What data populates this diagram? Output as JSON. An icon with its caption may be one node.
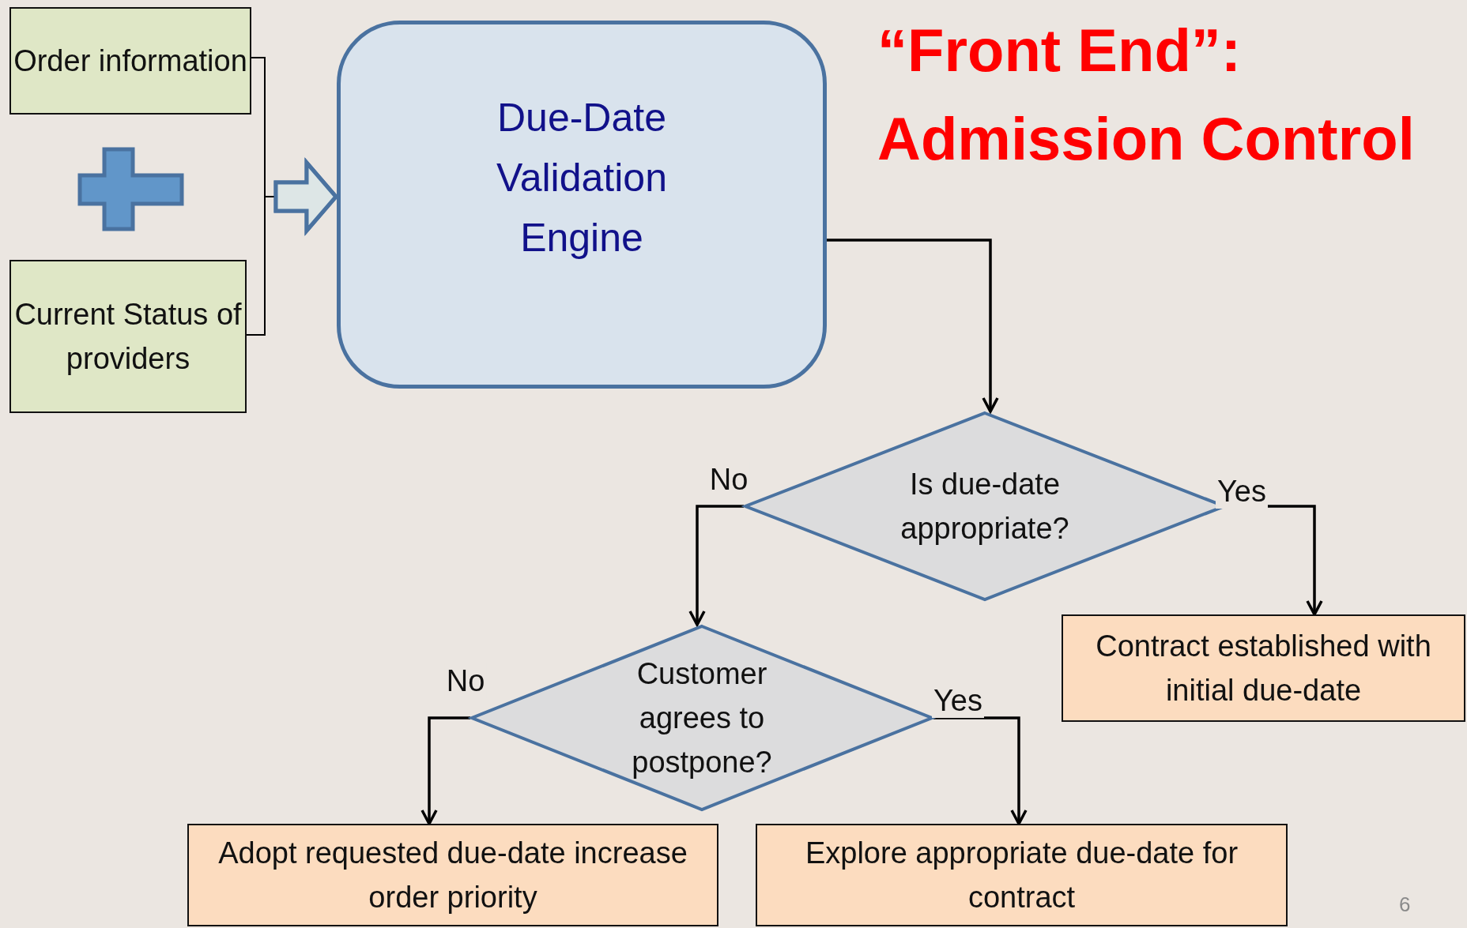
{
  "diagram": {
    "title": "“Front End”: Admission Control",
    "nodes": [
      {
        "text": [
          "Order information"
        ]
      },
      {
        "text": [
          "Current Status of providers"
        ]
      },
      {
        "text": [
          "Due-Date Validation Engine"
        ]
      },
      {
        "text": [
          "Is due-date appropriate?"
        ]
      },
      {
        "text": [
          "Contract established with initial due-date"
        ]
      },
      {
        "text": [
          "Customer agrees to postpone?"
        ]
      },
      {
        "text": [
          "Adopt requested due-date increase order priority"
        ]
      },
      {
        "text": [
          "Explore appropriate due-date for contract"
        ]
      }
    ],
    "edges": [
      {
        "from": 0,
        "to": 2,
        "arrow": "to"
      },
      {
        "from": 1,
        "to": 2,
        "arrow": "to"
      },
      {
        "from": 2,
        "to": 3,
        "arrow": "to"
      },
      {
        "from": 3,
        "to": 5,
        "arrow": "to",
        "label": "No"
      },
      {
        "from": 3,
        "to": 4,
        "arrow": "to",
        "label": "Yes"
      },
      {
        "from": 5,
        "to": 6,
        "arrow": "to",
        "label": "No"
      },
      {
        "from": 5,
        "to": 7,
        "arrow": "to",
        "label": "Yes"
      }
    ],
    "labels": [
      "6"
    ]
  }
}
